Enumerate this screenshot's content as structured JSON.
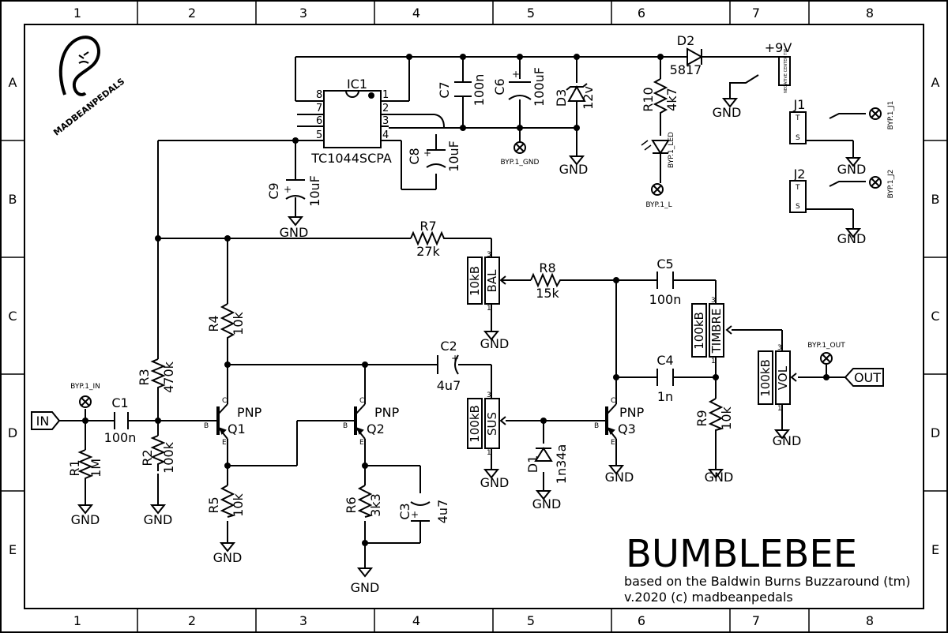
{
  "frame": {
    "columns": [
      "1",
      "2",
      "3",
      "4",
      "5",
      "6",
      "7",
      "8"
    ],
    "rows": [
      "A",
      "B",
      "C",
      "D",
      "E"
    ]
  },
  "logo": {
    "text": "MADBEANPEDALS"
  },
  "title": {
    "name": "BUMBLEBEE",
    "line1": "based on the Baldwin Burns Buzzaround (tm)",
    "line2": "v.2020 (c) madbeanpedals"
  },
  "ports": {
    "in": "IN",
    "out": "OUT",
    "supply": "+9V",
    "jack_note": "NEGATIVE CENTER TIP"
  },
  "ic": {
    "name": "IC1",
    "part": "TC1044SCPA",
    "pins_left": [
      "8",
      "7",
      "6",
      "5"
    ],
    "pins_right": [
      "1",
      "2",
      "3",
      "4"
    ]
  },
  "components": {
    "r1": {
      "name": "R1",
      "value": "1M"
    },
    "r2": {
      "name": "R2",
      "value": "100k"
    },
    "r3": {
      "name": "R3",
      "value": "470k"
    },
    "r4": {
      "name": "R4",
      "value": "10k"
    },
    "r5": {
      "name": "R5",
      "value": "10k"
    },
    "r6": {
      "name": "R6",
      "value": "3k3"
    },
    "r7": {
      "name": "R7",
      "value": "27k"
    },
    "r8": {
      "name": "R8",
      "value": "15k"
    },
    "r9": {
      "name": "R9",
      "value": "10k"
    },
    "r10": {
      "name": "R10",
      "value": "4k7"
    },
    "c1": {
      "name": "C1",
      "value": "100n"
    },
    "c2": {
      "name": "C2",
      "value": "4u7"
    },
    "c3": {
      "name": "C3",
      "value": "4u7"
    },
    "c4": {
      "name": "C4",
      "value": "1n"
    },
    "c5": {
      "name": "C5",
      "value": "100n"
    },
    "c6": {
      "name": "C6",
      "value": "100uF"
    },
    "c7": {
      "name": "C7",
      "value": "100n"
    },
    "c8": {
      "name": "C8",
      "value": "10uF"
    },
    "c9": {
      "name": "C9",
      "value": "10uF"
    },
    "d1": {
      "name": "D1",
      "value": "1n34a"
    },
    "d2": {
      "name": "D2",
      "value": "5817"
    },
    "d3": {
      "name": "D3",
      "value": "12v"
    },
    "q1": {
      "name": "Q1",
      "type": "PNP"
    },
    "q2": {
      "name": "Q2",
      "type": "PNP"
    },
    "q3": {
      "name": "Q3",
      "type": "PNP"
    },
    "j1": {
      "name": "J1"
    },
    "j2": {
      "name": "J2"
    }
  },
  "pots": {
    "bal": {
      "name": "BAL",
      "value": "10kB"
    },
    "sus": {
      "name": "SUS",
      "value": "100kB"
    },
    "timbre": {
      "name": "TIMBRE",
      "value": "100kB"
    },
    "vol": {
      "name": "VOL",
      "value": "100kB"
    }
  },
  "pads": {
    "in": "BYP.1_IN",
    "out": "BYP.1_OUT",
    "gnd": "BYP.1_GND",
    "led": "BYP.1_LED",
    "l": "BYP.1_L",
    "j1": "BYP.1_J1",
    "j2": "BYP.1_J2"
  },
  "gnd_label": "GND",
  "pin": {
    "c": "C",
    "b": "B",
    "e": "E",
    "t": "T",
    "s": "S",
    "p1": "1",
    "p2": "2",
    "p3": "3"
  }
}
